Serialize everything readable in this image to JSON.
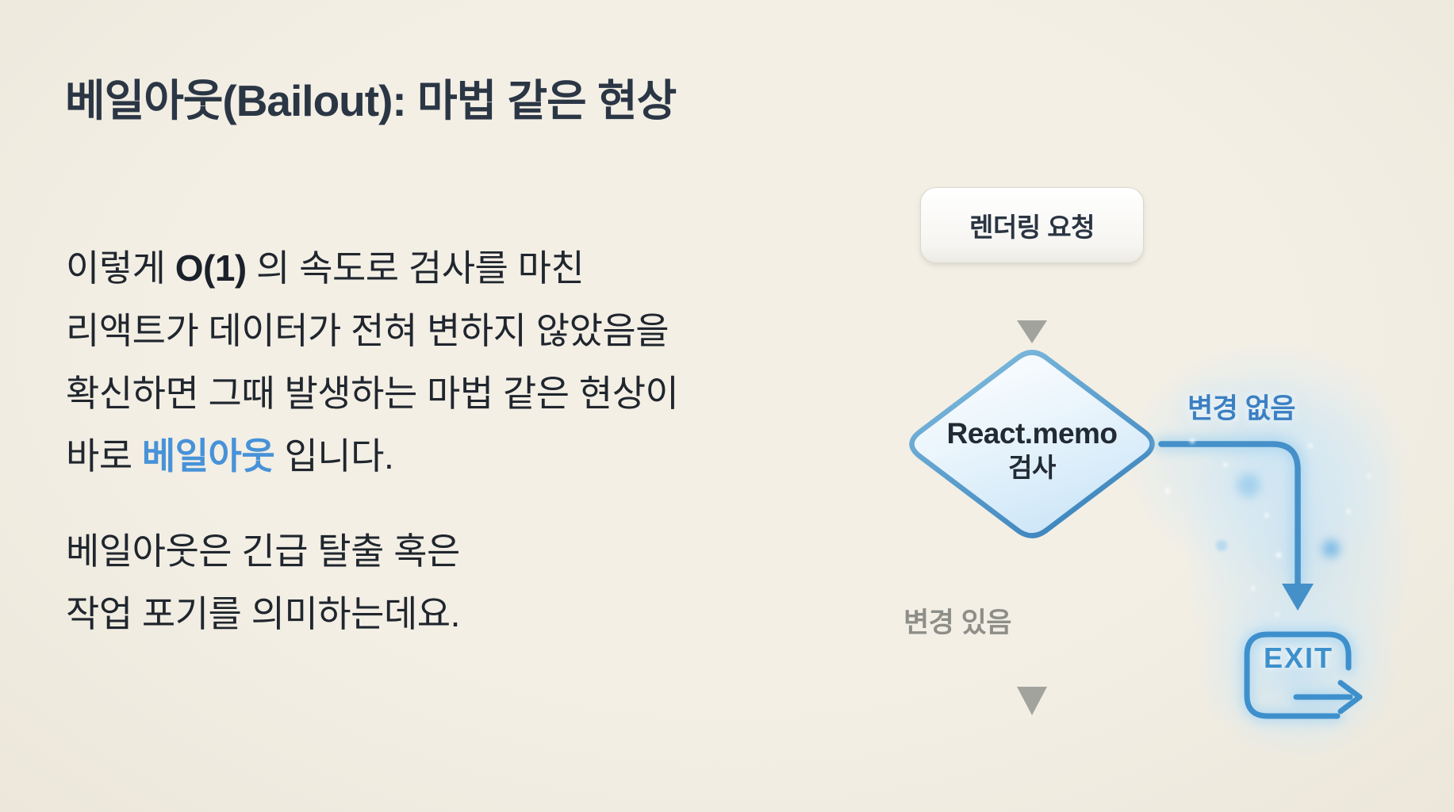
{
  "slide": {
    "title": "베일아웃(Bailout): 마법 같은 현상",
    "paragraph1": {
      "line1_pre": "이렇게 ",
      "line1_em": "O(1)",
      "line1_post": " 의 속도로 검사를 마친",
      "line2": "리액트가 데이터가 전혀 변하지 않았음을",
      "line3": "확신하면 그때 발생하는 마법 같은 현상이",
      "line4_pre": "바로 ",
      "line4_em": "베일아웃",
      "line4_post": " 입니다."
    },
    "paragraph2": {
      "line1": "베일아웃은 긴급 탈출 혹은",
      "line2": "작업 포기를 의미하는데요."
    }
  },
  "flowchart": {
    "start_node_label": "렌더링 요청",
    "decision_node_line1": "React.memo",
    "decision_node_line2": "검사",
    "no_change_label": "변경 없음",
    "change_label": "변경 있음",
    "exit_label": "EXIT"
  },
  "colors": {
    "background": "#f1ede2",
    "heading": "#2b3645",
    "body_text": "#20262e",
    "accent_blue": "#4792d8",
    "flow_blue": "#4590c9",
    "flow_gray": "#a8a8a3",
    "gray_label": "#8e8e88",
    "diamond_stroke": "#4a93c8",
    "diamond_fill": "#d2e9f9"
  }
}
